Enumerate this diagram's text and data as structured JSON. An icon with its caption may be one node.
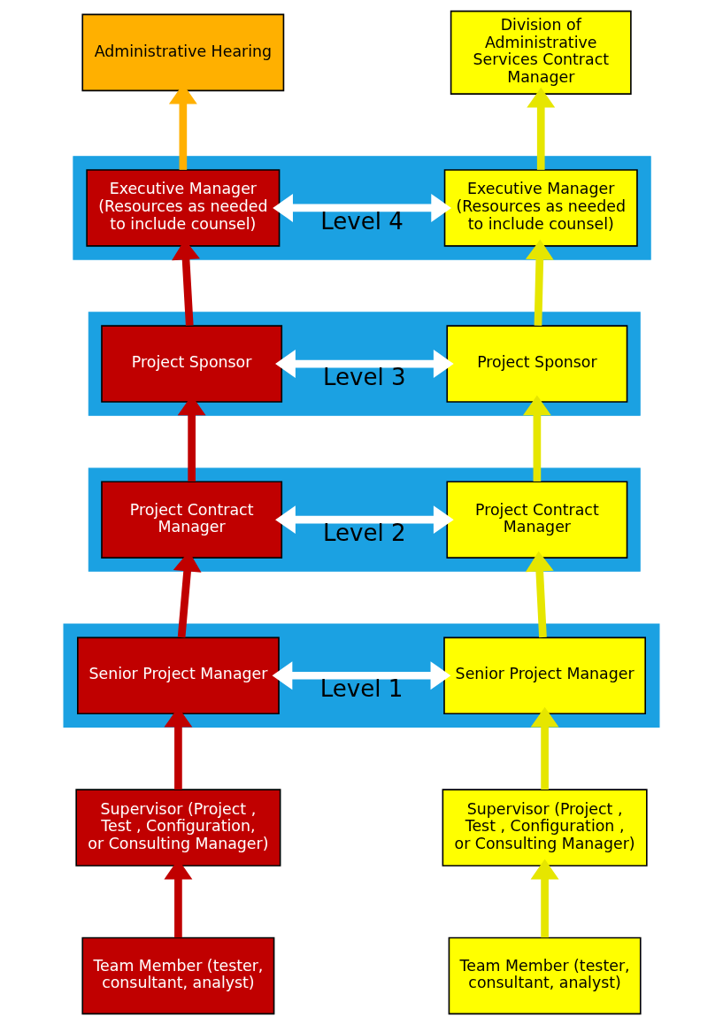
{
  "diagram": {
    "nodes": [
      {
        "text": [
          "Administrative Hearing"
        ]
      },
      {
        "text": [
          "Division of Administrative Services Contract Manager"
        ]
      },
      {
        "text": [],
        "shape": "bar"
      },
      {
        "text": [
          "Executive Manager",
          "(Resources as needed to include counsel)"
        ],
        "in": 2
      },
      {
        "text": [
          "Executive Manager",
          "(Resources as needed to include counsel)"
        ],
        "in": 2
      },
      {
        "text": [],
        "shape": "bar"
      },
      {
        "text": [
          "Project Sponsor"
        ],
        "in": 5
      },
      {
        "text": [
          "Project Sponsor"
        ],
        "in": 5
      },
      {
        "text": [],
        "shape": "bar"
      },
      {
        "text": [
          "Project Contract Manager"
        ],
        "in": 8
      },
      {
        "text": [
          "Project Contract Manager"
        ],
        "in": 8
      },
      {
        "text": [],
        "shape": "bar"
      },
      {
        "text": [
          "Senior Project Manager"
        ],
        "in": 11
      },
      {
        "text": [
          "Senior Project Manager"
        ],
        "in": 11
      },
      {
        "text": [
          "Supervisor (Project , Test , Configuration, or Consulting Manager)"
        ]
      },
      {
        "text": [
          "Supervisor (Project , Test , Configuration , or Consulting Manager)"
        ]
      },
      {
        "text": [
          "Team Member (tester, consultant, analyst)"
        ]
      },
      {
        "text": [
          "Team Member (tester, consultant, analyst)"
        ]
      }
    ],
    "edges": [
      {
        "from": 16,
        "to": 14,
        "arrow": "to",
        "color": "#c00000"
      },
      {
        "from": 14,
        "to": 12,
        "arrow": "to",
        "color": "#c00000"
      },
      {
        "from": 12,
        "to": 9,
        "arrow": "to",
        "color": "#c00000"
      },
      {
        "from": 9,
        "to": 6,
        "arrow": "to",
        "color": "#c00000"
      },
      {
        "from": 6,
        "to": 3,
        "arrow": "to",
        "color": "#c00000"
      },
      {
        "from": 3,
        "to": 0,
        "arrow": "to",
        "color": "#ffb000"
      },
      {
        "from": 17,
        "to": 15,
        "arrow": "to",
        "color": "#e6e600"
      },
      {
        "from": 15,
        "to": 13,
        "arrow": "to",
        "color": "#e6e600"
      },
      {
        "from": 13,
        "to": 10,
        "arrow": "to",
        "color": "#e6e600"
      },
      {
        "from": 10,
        "to": 7,
        "arrow": "to",
        "color": "#e6e600"
      },
      {
        "from": 7,
        "to": 4,
        "arrow": "to",
        "color": "#e6e600"
      },
      {
        "from": 4,
        "to": 1,
        "arrow": "to",
        "color": "#e6e600"
      },
      {
        "from": 3,
        "to": 4,
        "arrow": "both",
        "label": "Level 4",
        "color": "#ffffff"
      },
      {
        "from": 6,
        "to": 7,
        "arrow": "both",
        "label": "Level 3",
        "color": "#ffffff"
      },
      {
        "from": 9,
        "to": 10,
        "arrow": "both",
        "label": "Level 2",
        "color": "#ffffff"
      },
      {
        "from": 12,
        "to": 13,
        "arrow": "both",
        "label": "Level 1",
        "color": "#ffffff"
      }
    ]
  }
}
